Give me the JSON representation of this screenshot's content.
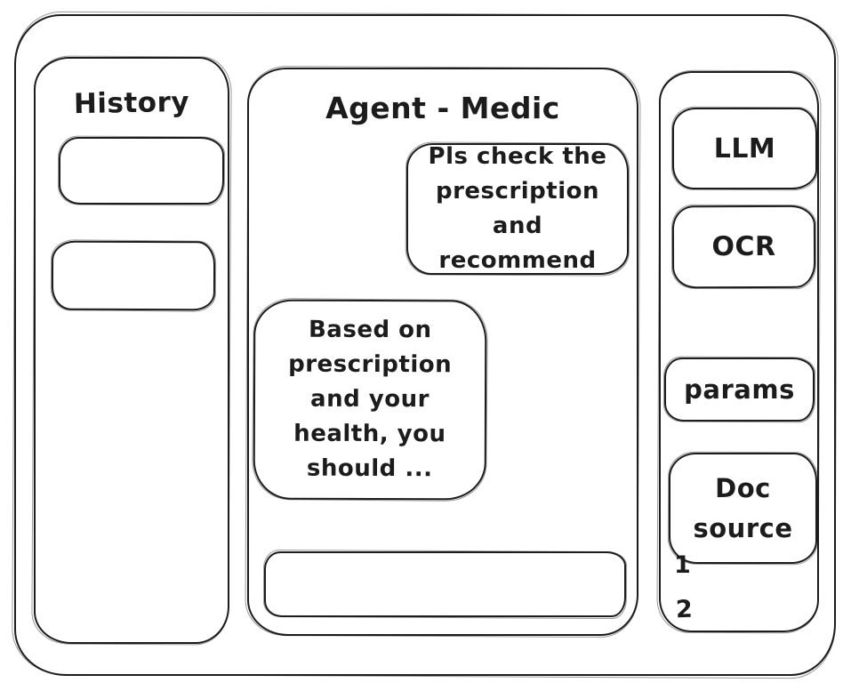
{
  "canvas": {
    "ink_color": "#1c1c1c",
    "background_color": "#ffffff"
  },
  "history_panel": {
    "title": "History",
    "items": [
      {
        "label": ""
      },
      {
        "label": ""
      }
    ]
  },
  "chat_panel": {
    "title": "Agent - Medic",
    "messages": [
      {
        "role": "user",
        "text": "Pls check the prescription and recommend"
      },
      {
        "role": "assistant",
        "text": "Based on prescription and your health, you should ..."
      }
    ],
    "input_value": ""
  },
  "tools_panel": {
    "buttons": [
      {
        "label": "LLM"
      },
      {
        "label": "OCR"
      },
      {
        "label": "params"
      },
      {
        "label": "Doc source"
      }
    ],
    "doc_source_items": [
      {
        "label": "1"
      },
      {
        "label": "2"
      }
    ]
  }
}
